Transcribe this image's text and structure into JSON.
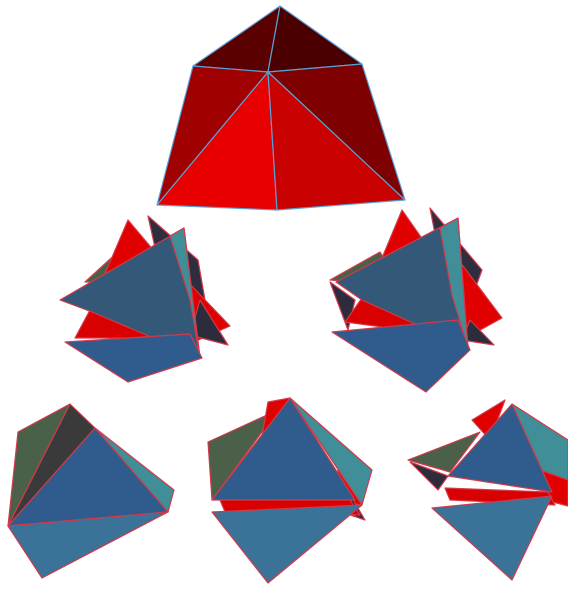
{
  "figures": [
    {
      "id": "square-pyramid",
      "shape": "square pyramid",
      "palette": "red"
    },
    {
      "id": "compound-1",
      "shape": "polyhedron compound",
      "palette": "blue-red"
    },
    {
      "id": "compound-2",
      "shape": "polyhedron compound",
      "palette": "blue-red"
    },
    {
      "id": "octahedron",
      "shape": "octahedron",
      "palette": "blue-green"
    },
    {
      "id": "compound-3",
      "shape": "polyhedron compound",
      "palette": "blue-red"
    },
    {
      "id": "compound-4",
      "shape": "polyhedron compound",
      "palette": "blue-red"
    }
  ],
  "colors": {
    "background": "#ffffff",
    "red_light": "#e00000",
    "red_mid": "#c40000",
    "red_dark": "#8a0000",
    "red_darkest": "#4a0000",
    "blue": "#2f5c8c",
    "blue_light": "#3b7297",
    "teal": "#3f8e98",
    "dark_green": "#4a6048",
    "dark_gray": "#3a3a3a",
    "edge_cyan": "#5aa0d8",
    "edge_red": "#d23a4a"
  }
}
